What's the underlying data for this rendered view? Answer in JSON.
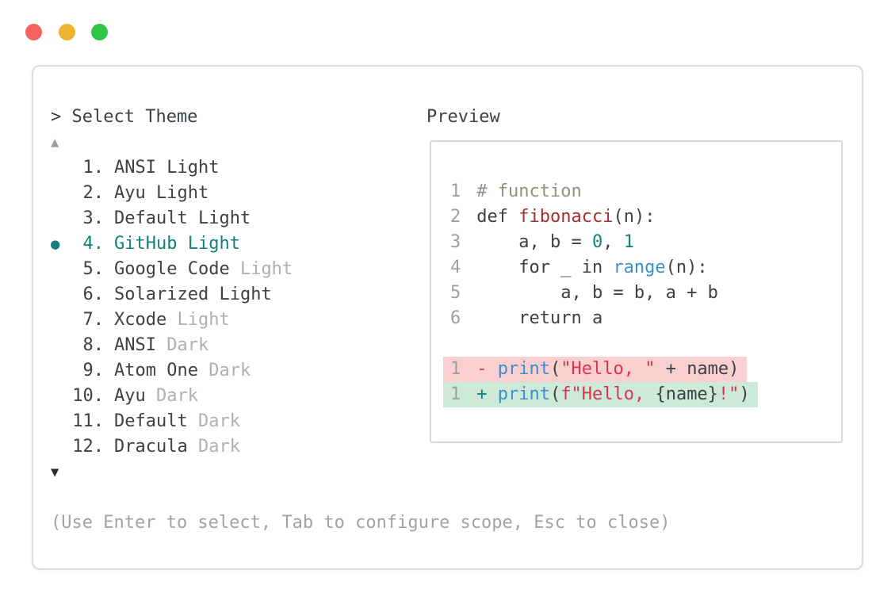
{
  "selector": {
    "title": "> Select Theme",
    "scroll_up_icon": "▲",
    "scroll_down_icon": "▼",
    "selected_bullet_icon": "●",
    "items": [
      {
        "num": "1",
        "name": "ANSI",
        "suffix": "Light",
        "muted": false,
        "selected": false
      },
      {
        "num": "2",
        "name": "Ayu",
        "suffix": "Light",
        "muted": false,
        "selected": false
      },
      {
        "num": "3",
        "name": "Default",
        "suffix": "Light",
        "muted": false,
        "selected": false
      },
      {
        "num": "4",
        "name": "GitHub",
        "suffix": "Light",
        "muted": false,
        "selected": true
      },
      {
        "num": "5",
        "name": "Google Code",
        "suffix": "Light",
        "muted": true,
        "selected": false
      },
      {
        "num": "6",
        "name": "Solarized",
        "suffix": "Light",
        "muted": false,
        "selected": false
      },
      {
        "num": "7",
        "name": "Xcode",
        "suffix": "Light",
        "muted": true,
        "selected": false
      },
      {
        "num": "8",
        "name": "ANSI",
        "suffix": "Dark",
        "muted": true,
        "selected": false
      },
      {
        "num": "9",
        "name": "Atom One",
        "suffix": "Dark",
        "muted": true,
        "selected": false
      },
      {
        "num": "10",
        "name": "Ayu",
        "suffix": "Dark",
        "muted": true,
        "selected": false
      },
      {
        "num": "11",
        "name": "Default",
        "suffix": "Dark",
        "muted": true,
        "selected": false
      },
      {
        "num": "12",
        "name": "Dracula",
        "suffix": "Dark",
        "muted": true,
        "selected": false
      }
    ],
    "help": "(Use Enter to select, Tab to configure scope, Esc to close)"
  },
  "preview": {
    "title": "Preview",
    "lines": [
      {
        "num": "1",
        "bg": "",
        "tokens": [
          [
            "comment",
            "# function"
          ]
        ]
      },
      {
        "num": "2",
        "bg": "",
        "tokens": [
          [
            "plain",
            "def "
          ],
          [
            "func",
            "fibonacci"
          ],
          [
            "plain",
            "(n):"
          ]
        ]
      },
      {
        "num": "3",
        "bg": "",
        "tokens": [
          [
            "plain",
            "    a, b = "
          ],
          [
            "number",
            "0"
          ],
          [
            "plain",
            ", "
          ],
          [
            "number",
            "1"
          ]
        ]
      },
      {
        "num": "4",
        "bg": "",
        "tokens": [
          [
            "plain",
            "    for _ in "
          ],
          [
            "builtin",
            "range"
          ],
          [
            "plain",
            "(n):"
          ]
        ]
      },
      {
        "num": "5",
        "bg": "",
        "tokens": [
          [
            "plain",
            "        a, b = b, a + b"
          ]
        ]
      },
      {
        "num": "6",
        "bg": "",
        "tokens": [
          [
            "plain",
            "    return a"
          ]
        ]
      },
      {
        "num": "",
        "bg": "",
        "tokens": []
      },
      {
        "num": "1",
        "bg": "del",
        "tokens": [
          [
            "del",
            "- "
          ],
          [
            "builtin",
            "print"
          ],
          [
            "plain",
            "("
          ],
          [
            "str",
            "\"Hello, \""
          ],
          [
            "plain",
            " + name)"
          ]
        ]
      },
      {
        "num": "1",
        "bg": "add",
        "tokens": [
          [
            "add",
            "+ "
          ],
          [
            "builtin",
            "print"
          ],
          [
            "plain",
            "("
          ],
          [
            "str",
            "f\"Hello, "
          ],
          [
            "plain",
            "{name}"
          ],
          [
            "str",
            "!\""
          ],
          [
            "plain",
            ")"
          ]
        ]
      }
    ]
  },
  "colors": {
    "accent_teal": "#12807C",
    "keyword_blue": "#3D8FCC",
    "function_red": "#A43129",
    "string_crimson": "#DB3355",
    "comment_gray": "#8E9384",
    "muted_gray": "#AFAFAF",
    "text_dark": "#3C4146",
    "diff_removed_bg": "#F9CFCF",
    "diff_added_bg": "#CDEAD8",
    "traffic_red": "#F4635D",
    "traffic_yellow": "#EFB42F",
    "traffic_green": "#2DC546"
  }
}
